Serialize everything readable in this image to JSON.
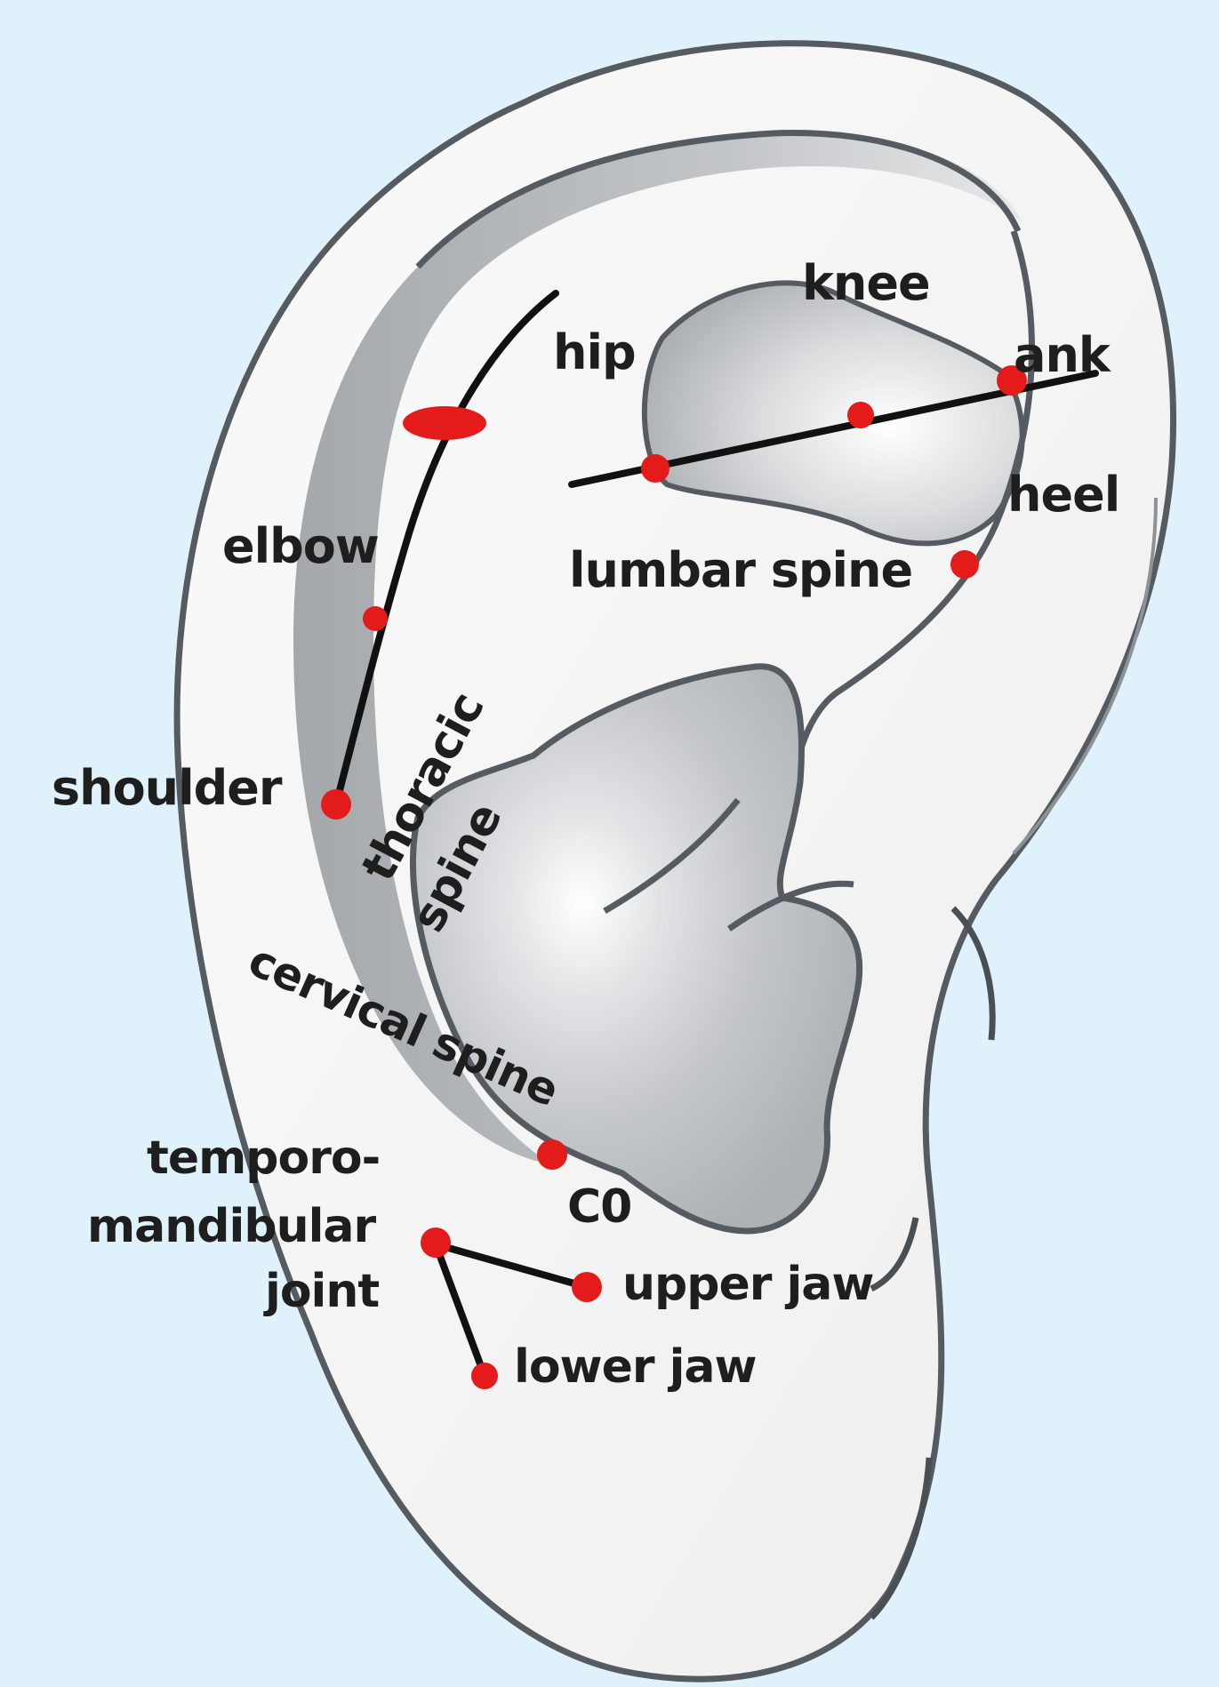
{
  "colors": {
    "background": "#dff2fb",
    "ear_fill": "#f3f3f3",
    "ear_outline": "#555b60",
    "shade": "#b7babd",
    "point": "#e31b1b",
    "line": "#111111",
    "text": "#1e1e1e"
  },
  "labels": {
    "knee": "knee",
    "hip": "hip",
    "ankle_cut": "ank",
    "heel": "heel",
    "elbow": "elbow",
    "lumbar_spine": "lumbar spine",
    "shoulder": "shoulder",
    "thoracic_1": "thoracic",
    "thoracic_2": "spine",
    "cervical_spine": "cervical spine",
    "tmj_1": "temporo-",
    "tmj_2": "mandibular",
    "tmj_3": "joint",
    "c0": "C0",
    "upper_jaw": "upper jaw",
    "lower_jaw": "lower jaw"
  }
}
